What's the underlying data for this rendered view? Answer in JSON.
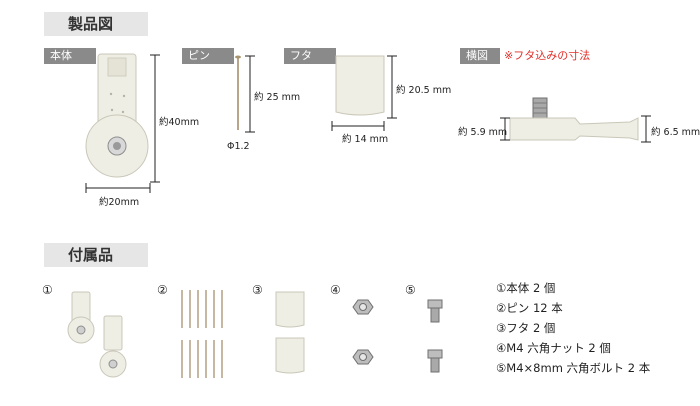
{
  "section1": {
    "title": "製品図"
  },
  "diagram": {
    "hontai": {
      "tag": "本体",
      "height": "約40mm",
      "width": "約20mm"
    },
    "pin": {
      "tag": "ピン",
      "length": "約 25 mm",
      "diameter": "Φ1.2"
    },
    "futa": {
      "tag": "フタ",
      "height": "約 20.5 mm",
      "width": "約 14 mm"
    },
    "side": {
      "tag": "横図",
      "note": "※フタ込みの寸法",
      "left_dim": "約 5.9 mm",
      "right_dim": "約 6.5 mm"
    }
  },
  "section2": {
    "title": "付属品"
  },
  "accessories": {
    "numbers": [
      "①",
      "②",
      "③",
      "④",
      "⑤"
    ],
    "list": [
      "①本体 2 個",
      "②ピン 12 本",
      "③フタ 2 個",
      "④M4 六角ナット 2 個",
      "⑤M4×8mm 六角ボルト 2 本"
    ]
  }
}
